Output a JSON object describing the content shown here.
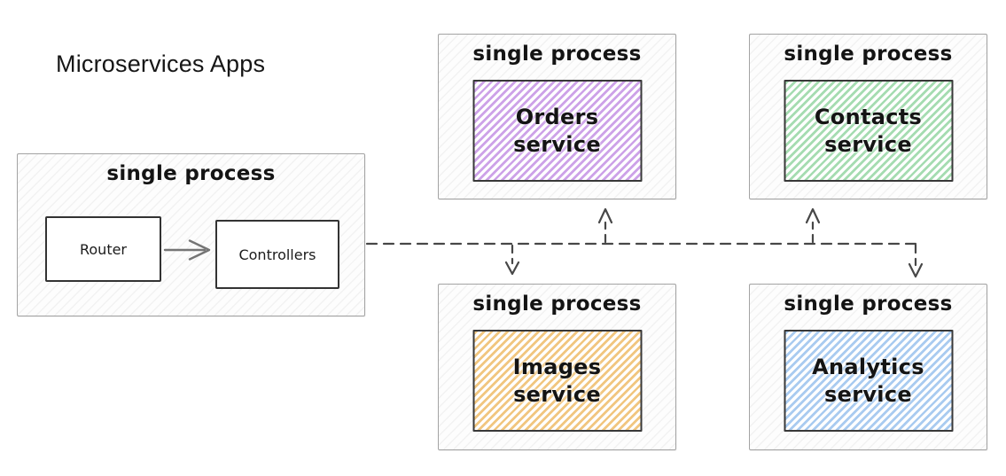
{
  "title": "Microservices Apps",
  "monolith": {
    "process_label": "single process",
    "router_label": "Router",
    "controllers_label": "Controllers"
  },
  "services": [
    {
      "id": "orders",
      "process_label": "single process",
      "name": "Orders service",
      "color": "#cda2e8"
    },
    {
      "id": "contacts",
      "process_label": "single process",
      "name": "Contacts service",
      "color": "#a5dcb1"
    },
    {
      "id": "images",
      "process_label": "single process",
      "name": "Images service",
      "color": "#f1c67f"
    },
    {
      "id": "analytics",
      "process_label": "single process",
      "name": "Analytics service",
      "color": "#a9cbf0"
    }
  ],
  "connections": [
    {
      "from": "router",
      "to": "controllers",
      "style": "solid-arrow"
    },
    {
      "from": "monolith",
      "to": "orders",
      "style": "dashed-arrow"
    },
    {
      "from": "monolith",
      "to": "contacts",
      "style": "dashed-arrow"
    },
    {
      "from": "monolith",
      "to": "images",
      "style": "dashed-arrow"
    },
    {
      "from": "monolith",
      "to": "analytics",
      "style": "dashed-arrow"
    }
  ],
  "palette": {
    "box_stroke": "#383838",
    "group_border": "#a3a3a3",
    "connector": "#474747",
    "router_arrow": "#757575"
  }
}
